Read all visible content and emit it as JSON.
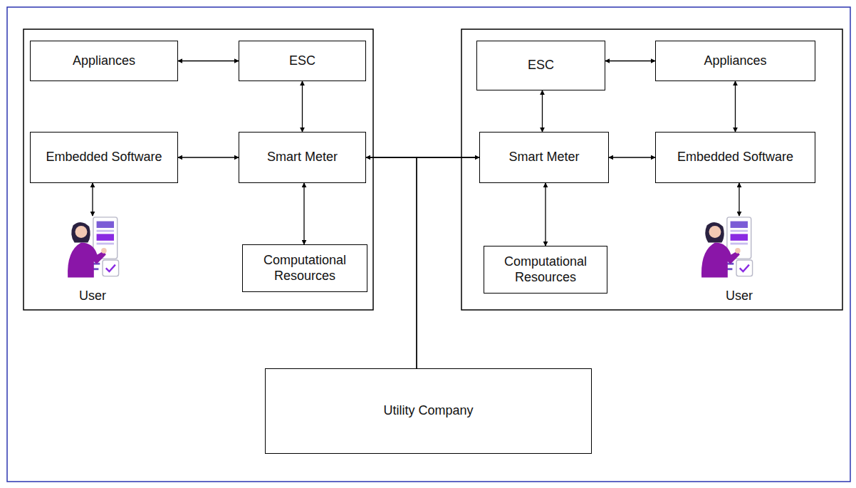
{
  "diagram": {
    "nodes": [
      {
        "text": [
          "Appliances"
        ]
      },
      {
        "text": [
          "ESC"
        ]
      },
      {
        "text": [
          "Embedded Software"
        ]
      },
      {
        "text": [
          "Smart Meter"
        ]
      },
      {
        "text": [
          "User"
        ]
      },
      {
        "text": [
          "Computational Resources"
        ]
      },
      {
        "text": [
          "ESC"
        ]
      },
      {
        "text": [
          "Appliances"
        ]
      },
      {
        "text": [
          "Smart Meter"
        ]
      },
      {
        "text": [
          "Embedded Software"
        ]
      },
      {
        "text": [
          "Computational Resources"
        ]
      },
      {
        "text": [
          "User"
        ]
      },
      {
        "text": [
          "Utility Company"
        ]
      }
    ],
    "edges": [
      {
        "from": 0,
        "to": 1,
        "arrow": "both"
      },
      {
        "from": 1,
        "to": 3,
        "arrow": "both"
      },
      {
        "from": 2,
        "to": 3,
        "arrow": "both"
      },
      {
        "from": 2,
        "to": 4,
        "arrow": "both"
      },
      {
        "from": 3,
        "to": 5,
        "arrow": "both"
      },
      {
        "from": 3,
        "to": 8,
        "arrow": "both"
      },
      {
        "from": 6,
        "to": 7,
        "arrow": "both"
      },
      {
        "from": 6,
        "to": 8,
        "arrow": "both"
      },
      {
        "from": 8,
        "to": 9,
        "arrow": "both"
      },
      {
        "from": 7,
        "to": 9,
        "arrow": "both"
      },
      {
        "from": 9,
        "to": 11,
        "arrow": "both"
      },
      {
        "from": 8,
        "to": 10,
        "arrow": "both"
      },
      {
        "from": 12,
        "to": 3,
        "arrow": "none"
      },
      {
        "from": 12,
        "to": 8,
        "arrow": "none"
      }
    ]
  }
}
